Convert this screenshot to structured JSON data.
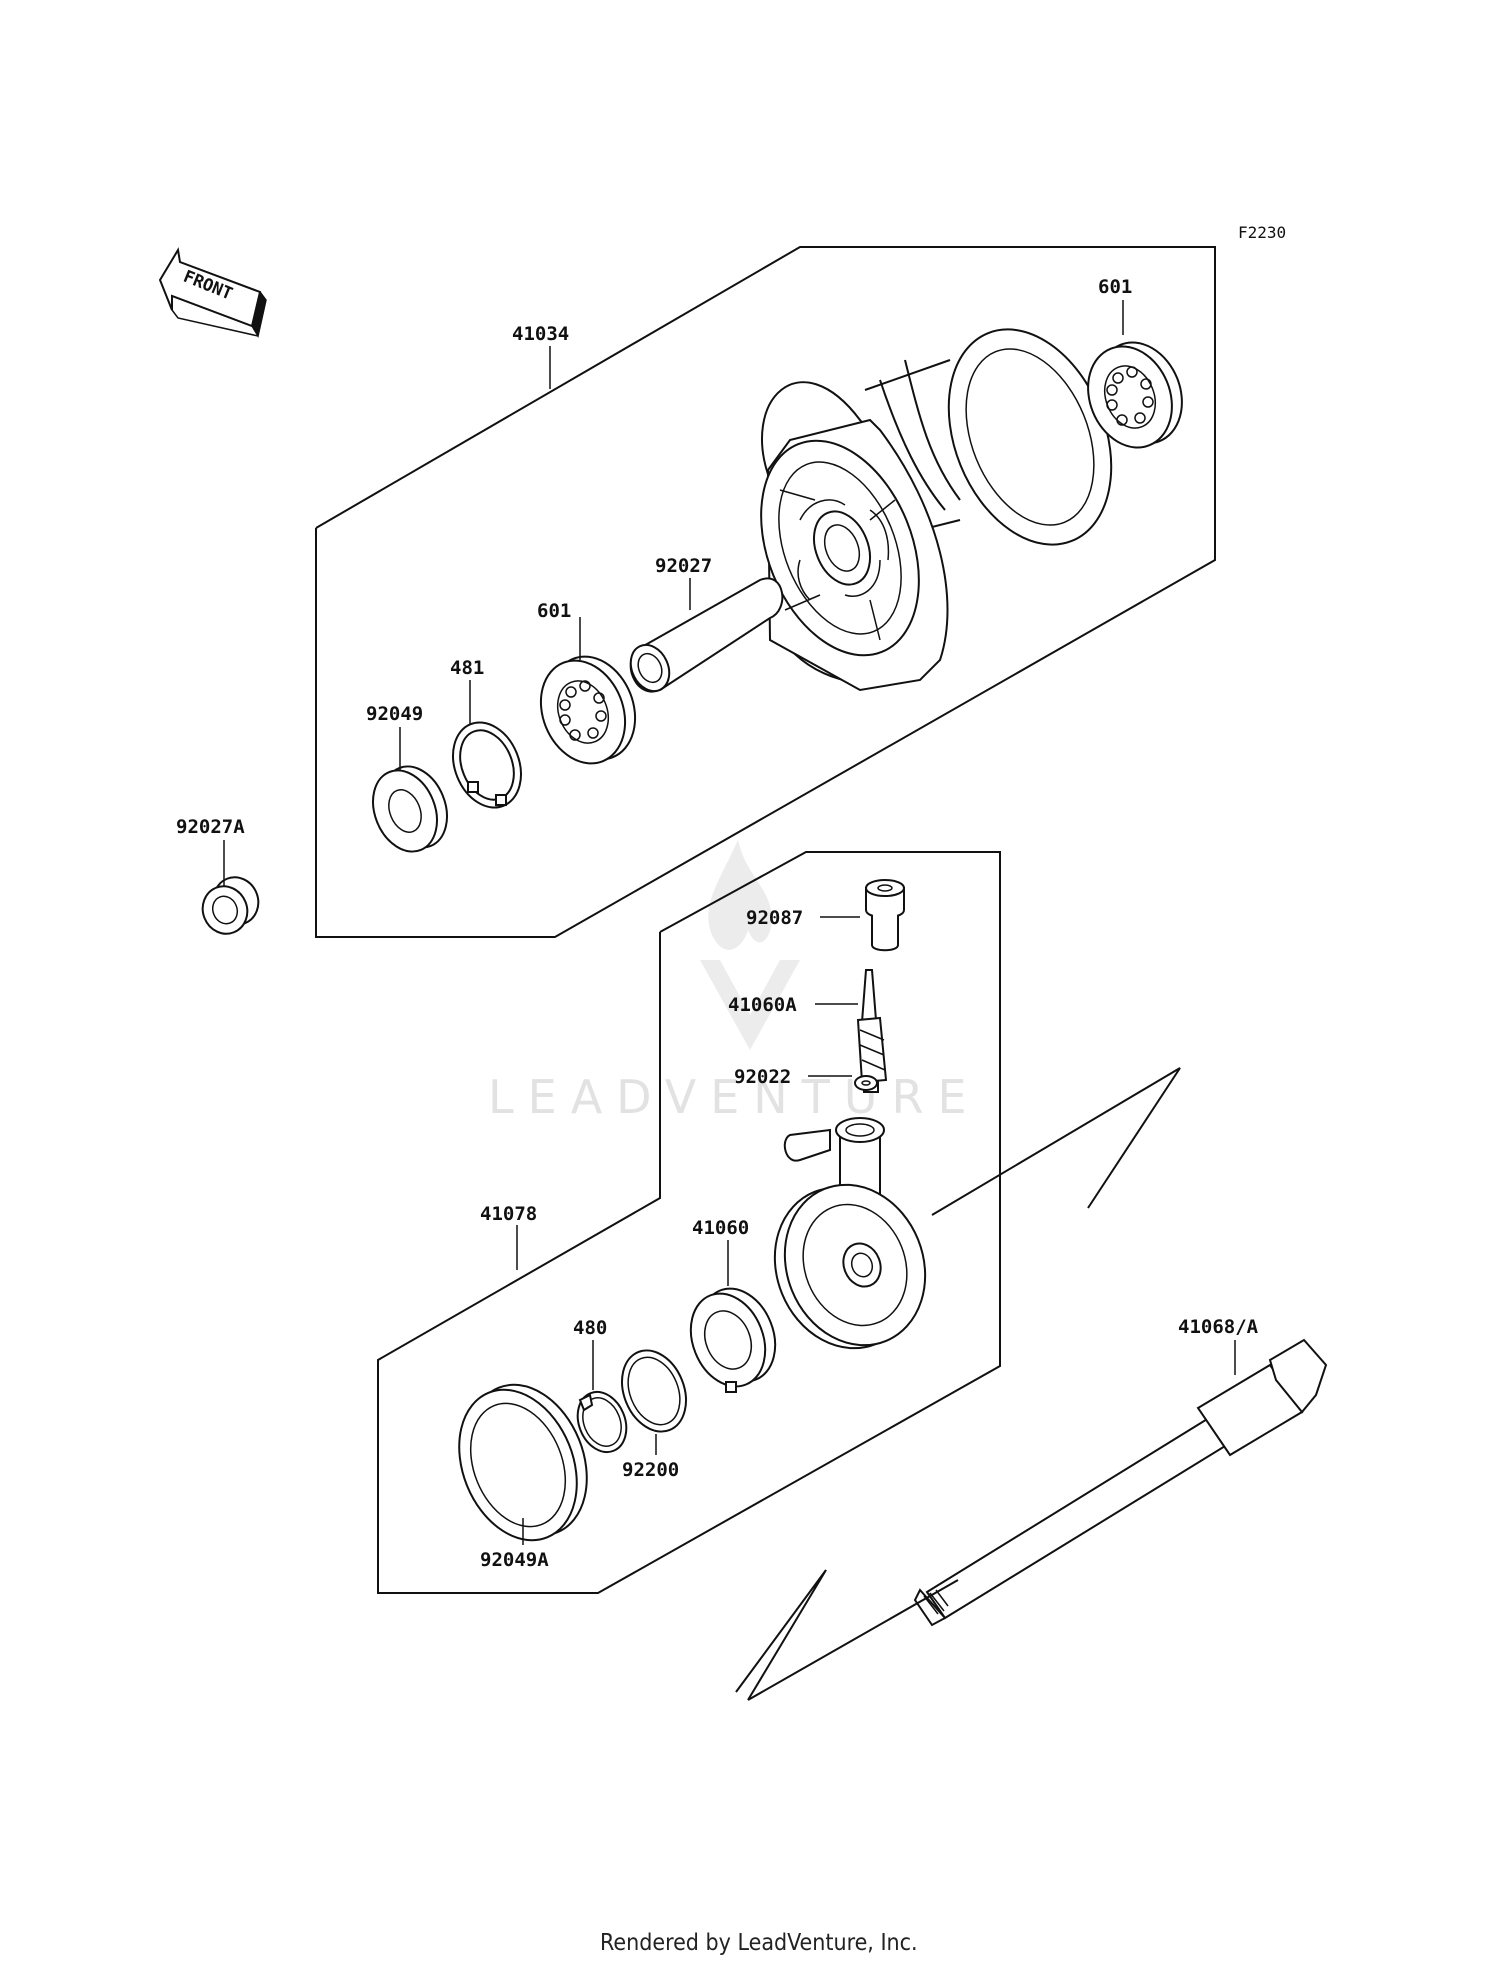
{
  "diagram": {
    "figure_code": "F2230",
    "front_label": "FRONT",
    "watermark": "LEADVENTURE",
    "footer": "Rendered by LeadVenture, Inc.",
    "parts": [
      {
        "id": "41034"
      },
      {
        "id": "601"
      },
      {
        "id": "601"
      },
      {
        "id": "92027"
      },
      {
        "id": "481"
      },
      {
        "id": "92049"
      },
      {
        "id": "92027A"
      },
      {
        "id": "92087"
      },
      {
        "id": "41060A"
      },
      {
        "id": "92022"
      },
      {
        "id": "41078"
      },
      {
        "id": "41060"
      },
      {
        "id": "480"
      },
      {
        "id": "92200"
      },
      {
        "id": "92049A"
      },
      {
        "id": "41068/A"
      }
    ]
  }
}
